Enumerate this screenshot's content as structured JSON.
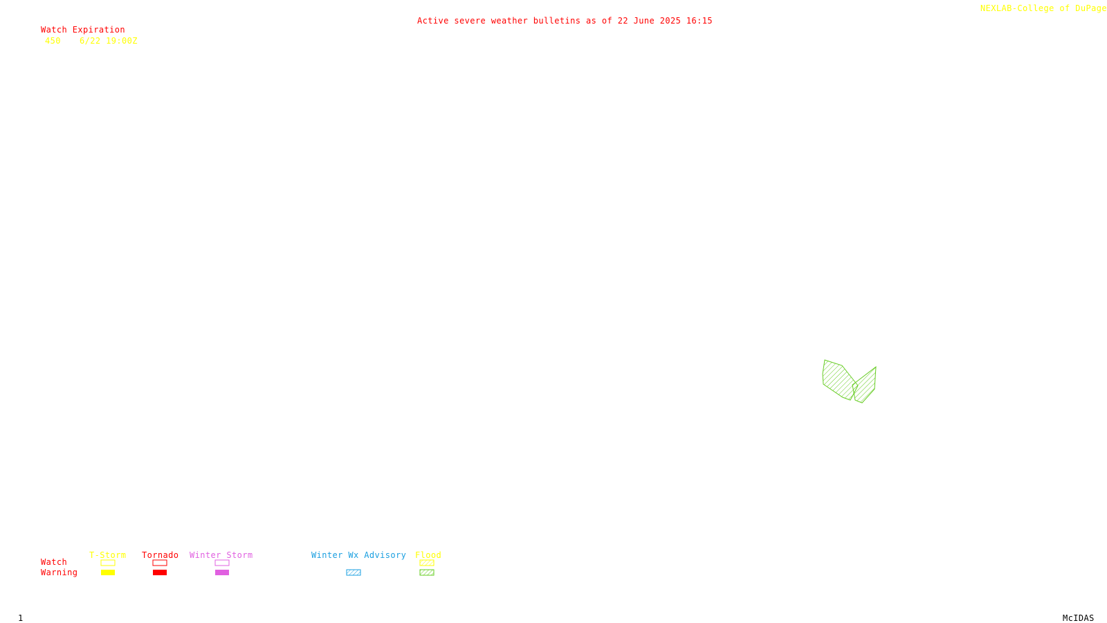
{
  "header": {
    "title": "Active severe weather bulletins as of 22 June 2025 16:15",
    "credit": "NEXLAB-College of DuPage R"
  },
  "watch_expiration": {
    "title": "Watch Expiration",
    "watches": [
      {
        "number": "450",
        "expires": "6/22 19:00Z"
      }
    ]
  },
  "legend": {
    "row_labels": {
      "watch": "Watch",
      "warning": "Warning"
    },
    "categories": [
      {
        "label": "T-Storm",
        "color": "#ffff00"
      },
      {
        "label": "Tornado",
        "color": "#ff0000"
      },
      {
        "label": "Winter Storm",
        "color": "#e060e0"
      },
      {
        "label": "Winter Wx Advisory",
        "color": "#1a9fe0"
      },
      {
        "label": "Flood",
        "color": "#ffff00",
        "warning_color": "#66cc22"
      }
    ]
  },
  "map": {
    "flood_warning_color": "#66cc22"
  },
  "footer": {
    "frame": "1",
    "software": "McIDAS"
  }
}
